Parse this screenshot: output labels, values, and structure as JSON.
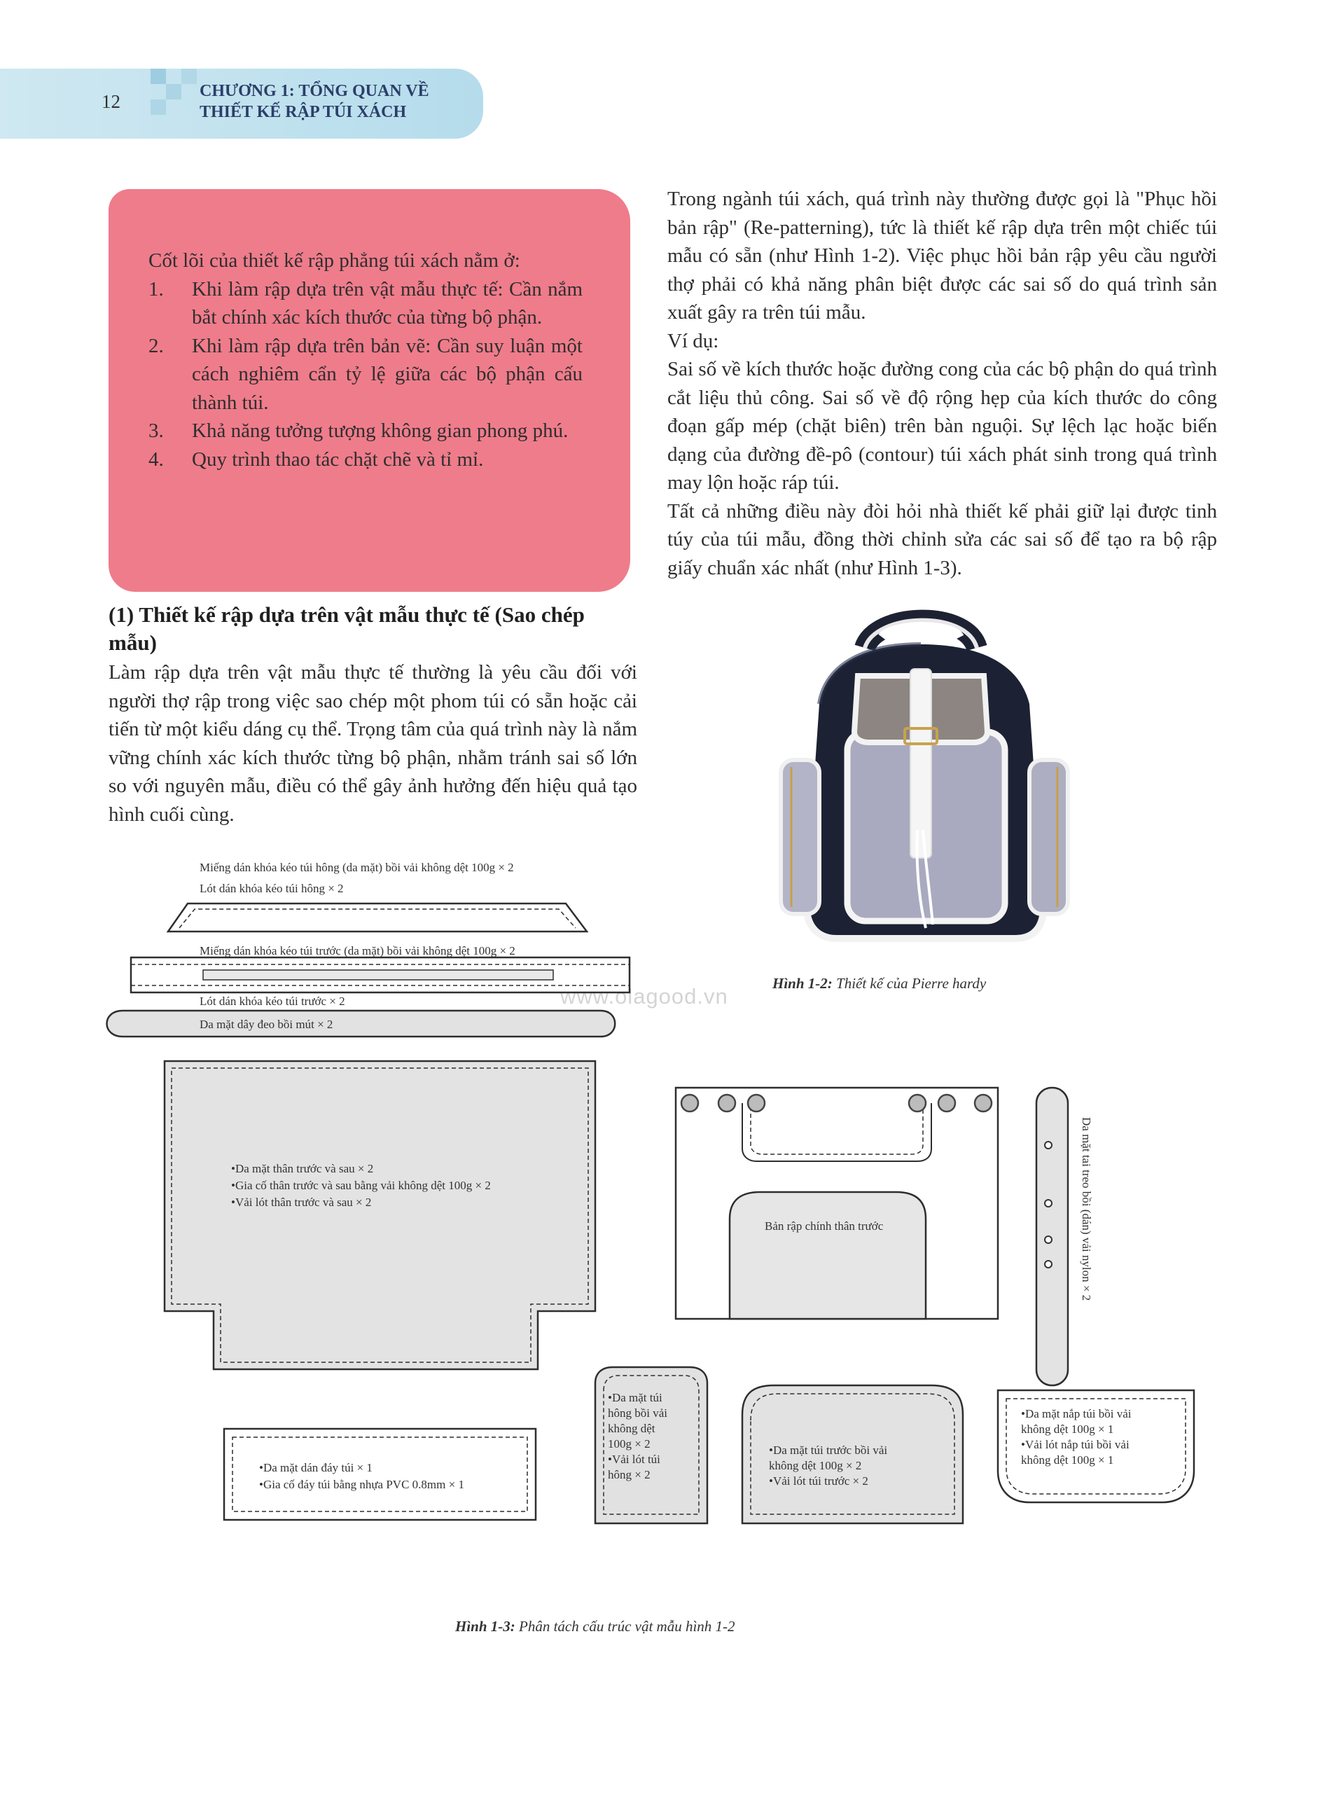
{
  "header": {
    "page_number": "12",
    "chapter_title_line1": "CHƯƠNG 1: TỔNG QUAN VỀ",
    "chapter_title_line2": "THIẾT KẾ RẬP TÚI XÁCH"
  },
  "pink_box": {
    "intro": "Cốt lõi của thiết kế rập phẳng túi xách nằm ở:",
    "items": [
      {
        "num": "1.",
        "text": "Khi làm rập dựa trên vật mẫu thực tế: Cần nắm bắt chính xác kích thước của từng bộ phận."
      },
      {
        "num": "2.",
        "text": "Khi làm rập dựa trên bản vẽ: Cần suy luận một cách nghiêm cẩn tỷ lệ giữa các bộ phận cấu thành túi."
      },
      {
        "num": "3.",
        "text": "Khả năng tưởng tượng không gian phong phú."
      },
      {
        "num": "4.",
        "text": "Quy trình thao tác chặt chẽ và tỉ mỉ."
      }
    ]
  },
  "right_column": {
    "p1": "Trong ngành túi xách, quá trình này thường được gọi là \"Phục hồi bản rập\" (Re-patterning), tức là thiết kế rập dựa trên một chiếc túi mẫu có sẵn (như Hình 1-2). Việc phục hồi bản rập yêu cầu người thợ phải có khả năng phân biệt được các sai số do quá trình sản xuất gây ra trên túi mẫu.",
    "p2": "Ví dụ:",
    "p3": "Sai số về kích thước hoặc đường cong của các bộ phận do quá trình cắt liệu thủ công. Sai số về độ rộng hẹp của kích thước do công đoạn gấp mép (chặt biên) trên bàn nguội. Sự lệch lạc hoặc biến dạng của đường đề-pô (contour) túi xách phát sinh trong quá trình may lộn hoặc ráp túi.",
    "p4": "Tất cả những điều này đòi hỏi nhà thiết kế phải giữ lại được tinh túy của túi mẫu, đồng thời chỉnh sửa các sai số để tạo ra bộ rập giấy chuẩn xác nhất (như Hình 1-3)."
  },
  "section": {
    "heading": "(1) Thiết kế rập dựa trên vật mẫu thực tế (Sao chép mẫu)",
    "body": "Làm rập dựa trên vật mẫu thực tế thường là yêu cầu đối với người thợ rập trong việc sao chép một phom túi có sẵn hoặc cải tiến từ một kiểu dáng cụ thể. Trọng tâm của quá trình này là nắm vững chính xác kích thước từng bộ phận, nhằm tránh sai số lớn so với nguyên mẫu, điều có thể gây ảnh hưởng đến hiệu quả tạo hình cuối cùng."
  },
  "figure_2": {
    "caption_label": "Hình 1-2:",
    "caption_text": "Thiết kế của Pierre hardy"
  },
  "watermark": "www.olagood.vn",
  "figure_3": {
    "caption_label": "Hình 1-3:",
    "caption_text": "Phân tách cấu trúc vật mẫu hình 1-2",
    "labels": {
      "side_zip_1": "Miếng dán khóa kéo túi hông (da mặt) bồi vải không dệt 100g × 2",
      "side_zip_2": "Lót dán khóa kéo túi hông × 2",
      "front_zip_1": "Miếng dán khóa kéo túi trước (da mặt) bồi vải không dệt 100g × 2",
      "front_zip_2": "Lót dán khóa kéo túi trước × 2",
      "strap": "Da mặt dây đeo bồi mút × 2",
      "body_1": "•Da mặt thân trước và sau × 2",
      "body_2": "•Gia cố thân trước và sau bằng vải không dệt 100g × 2",
      "body_3": "•Vải lót thân trước và sau × 2",
      "front_main": "Bản rập chính thân trước",
      "hanging_tab": "Da mặt tai treo bồi (dán) vải nylon × 2",
      "bottom_1": "•Da mặt dán đáy túi × 1",
      "bottom_2": "•Gia cố đáy túi bằng nhựa PVC 0.8mm × 1",
      "side_pocket_1": "•Da mặt túi",
      "side_pocket_2": "hông bồi vải",
      "side_pocket_3": "không dệt",
      "side_pocket_4": "100g × 2",
      "side_pocket_5": "•Vải lót túi",
      "side_pocket_6": "hông × 2",
      "front_pocket_1": "•Da mặt túi trước bồi vải",
      "front_pocket_2": "không dệt 100g × 2",
      "front_pocket_3": "•Vải lót túi trước × 2",
      "flap_1": "•Da mặt nắp túi bồi vải",
      "flap_2": "không dệt 100g × 1",
      "flap_3": "•Vải lót nắp túi bồi vải",
      "flap_4": "không dệt 100g × 1"
    }
  }
}
